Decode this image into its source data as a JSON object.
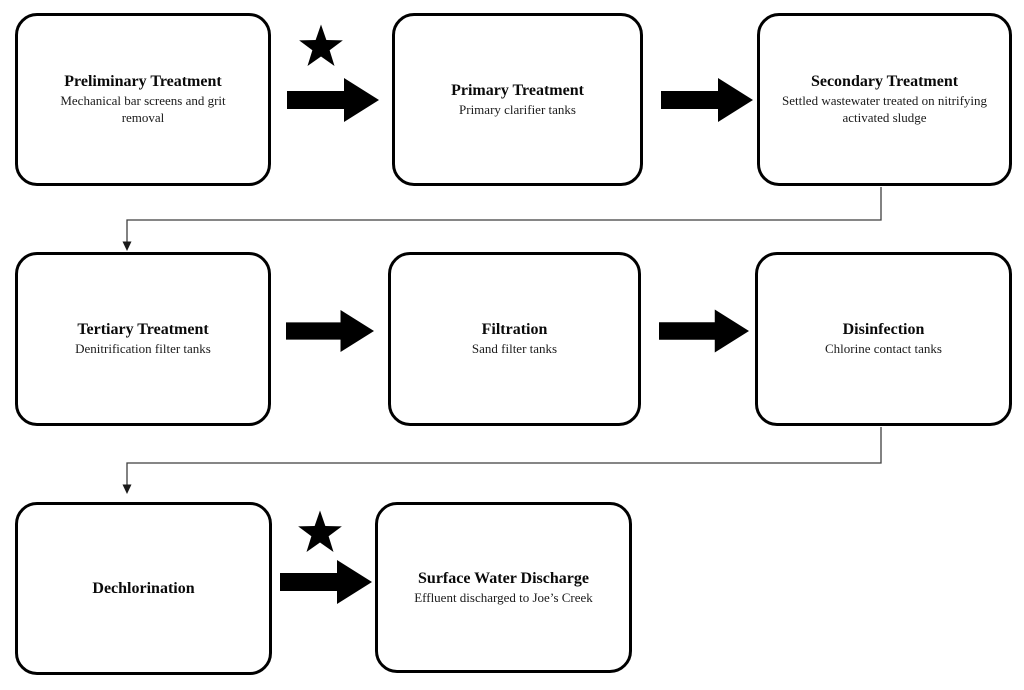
{
  "diagram": {
    "type": "flowchart",
    "colors": {
      "node_border": "#000000",
      "node_fill": "#ffffff",
      "text": "#0a0a0a",
      "block_arrow": "#000000",
      "star": "#000000",
      "elbow_connector": "#3f3f3f",
      "background": "#ffffff"
    },
    "icons": {
      "star_marker": "star-icon",
      "flow_arrow": "arrow-right-icon",
      "elbow": "elbow-connector-arrow"
    }
  },
  "nodes": [
    {
      "title": "Preliminary Treatment",
      "subtitle": "Mechanical bar screens and grit removal"
    },
    {
      "title": "Primary Treatment",
      "subtitle": "Primary clarifier tanks"
    },
    {
      "title": "Secondary Treatment",
      "subtitle": "Settled wastewater treated on nitrifying activated sludge"
    },
    {
      "title": "Tertiary Treatment",
      "subtitle": "Denitrification filter tanks"
    },
    {
      "title": "Filtration",
      "subtitle": "Sand filter tanks"
    },
    {
      "title": "Disinfection",
      "subtitle": "Chlorine contact tanks"
    },
    {
      "title": "Dechlorination",
      "subtitle": ""
    },
    {
      "title": "Surface Water Discharge",
      "subtitle": "Effluent discharged to Joe’s Creek"
    }
  ],
  "edges": [
    {
      "from": "Preliminary Treatment",
      "to": "Primary Treatment",
      "connector": "block-arrow",
      "starred": true
    },
    {
      "from": "Primary Treatment",
      "to": "Secondary Treatment",
      "connector": "block-arrow",
      "starred": false
    },
    {
      "from": "Secondary Treatment",
      "to": "Tertiary Treatment",
      "connector": "elbow-line-arrow",
      "starred": false
    },
    {
      "from": "Tertiary Treatment",
      "to": "Filtration",
      "connector": "block-arrow",
      "starred": false
    },
    {
      "from": "Filtration",
      "to": "Disinfection",
      "connector": "block-arrow",
      "starred": false
    },
    {
      "from": "Disinfection",
      "to": "Dechlorination",
      "connector": "elbow-line-arrow",
      "starred": false
    },
    {
      "from": "Dechlorination",
      "to": "Surface Water Discharge",
      "connector": "block-arrow",
      "starred": true
    }
  ]
}
